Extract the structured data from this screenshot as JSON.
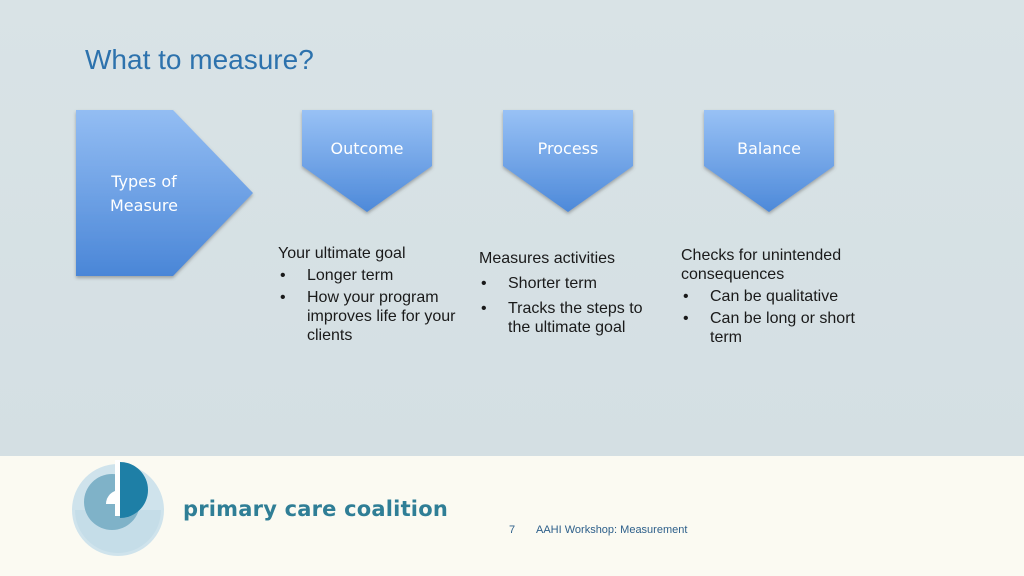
{
  "slide": {
    "title": "What to measure?",
    "page_number": "7",
    "footer_text": "AAHI Workshop: Measurement"
  },
  "types": {
    "label_line1": "Types of",
    "label_line2": "Measure"
  },
  "categories": [
    {
      "label": "Outcome",
      "lead": "Your ultimate goal",
      "bullets": [
        "Longer term",
        "How your program improves life for your clients"
      ]
    },
    {
      "label": "Process",
      "lead": "Measures activities",
      "bullets": [
        "Shorter term",
        "Tracks the steps to the ultimate goal"
      ]
    },
    {
      "label": "Balance",
      "lead": "Checks for unintended consequences",
      "bullets": [
        "Can be qualitative",
        "Can be long or short term"
      ]
    }
  ],
  "logo": {
    "text": "primary care coalition",
    "icon": "pcc-logo-icon"
  },
  "colors": {
    "title": "#2d72ad",
    "shape_gradient_top": "#8fb8f0",
    "shape_gradient_bottom": "#4a86d6",
    "logo_text": "#2f7e96"
  }
}
